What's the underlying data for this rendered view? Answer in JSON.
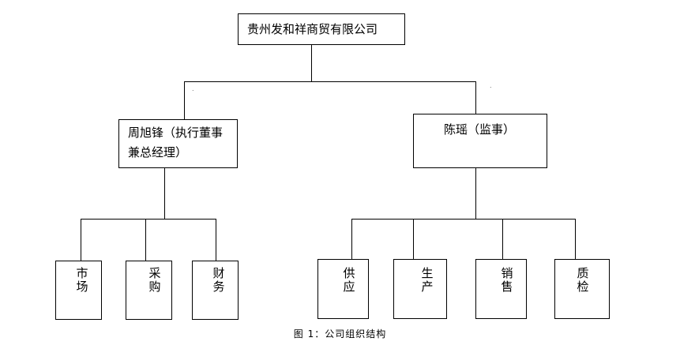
{
  "company": "贵州发和祥商贸有限公司",
  "executive": {
    "line1": "周旭锋（执行董事",
    "line2": "兼总经理）"
  },
  "supervisor": "陈瑶（监事）",
  "departments": {
    "market": "市场",
    "purchase": "采购",
    "finance": "财务",
    "supply": "供应",
    "production": "生产",
    "sales": "销售",
    "quality": "质检"
  },
  "caption": "图 1：公司组织结构"
}
